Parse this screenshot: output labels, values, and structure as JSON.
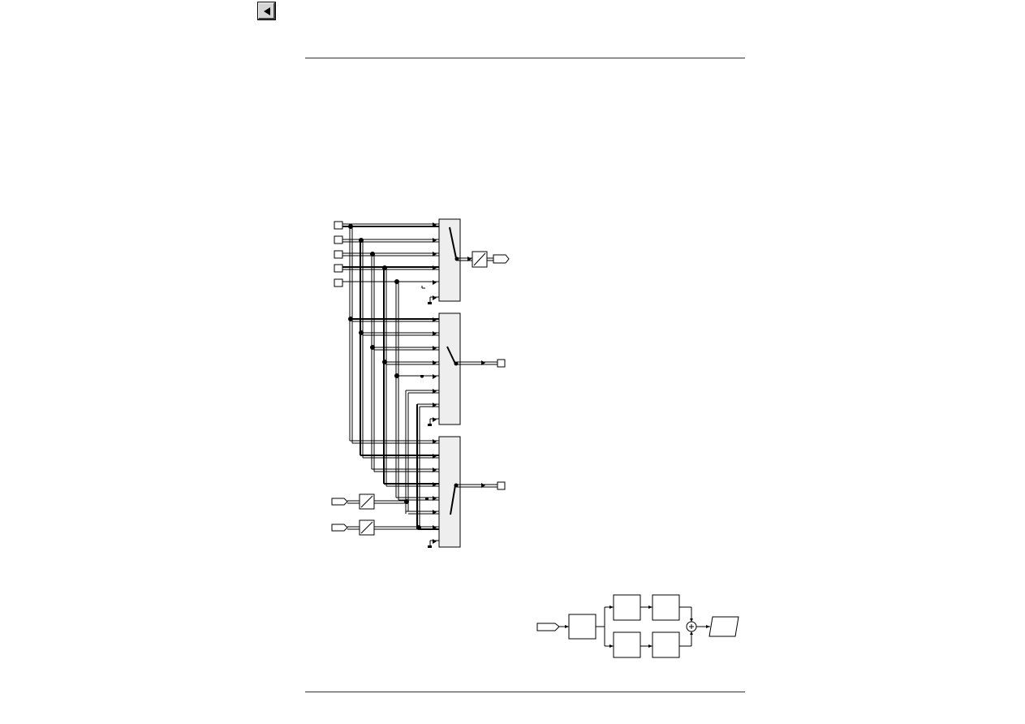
{
  "page": {
    "back_button": {
      "icon": "triangle-left-icon"
    }
  },
  "colors": {
    "line": "#000000",
    "block_fill": "#eeeeee",
    "rule": "#333333",
    "button_face": "#d4d4d4"
  },
  "diagram": {
    "switch_blocks": [
      {
        "name": "switch-block-1",
        "input_ports": 6,
        "output": "terminator-with-converter"
      },
      {
        "name": "switch-block-2",
        "input_ports": 8,
        "output": "output-port"
      },
      {
        "name": "switch-block-3",
        "input_ports": 8,
        "output": "output-port"
      }
    ],
    "input_ports": 5,
    "input_flags": 2,
    "converter_blocks": 3,
    "bottom_diagram": {
      "blocks": 5,
      "summing_junction": "sum-junction-icon"
    }
  }
}
